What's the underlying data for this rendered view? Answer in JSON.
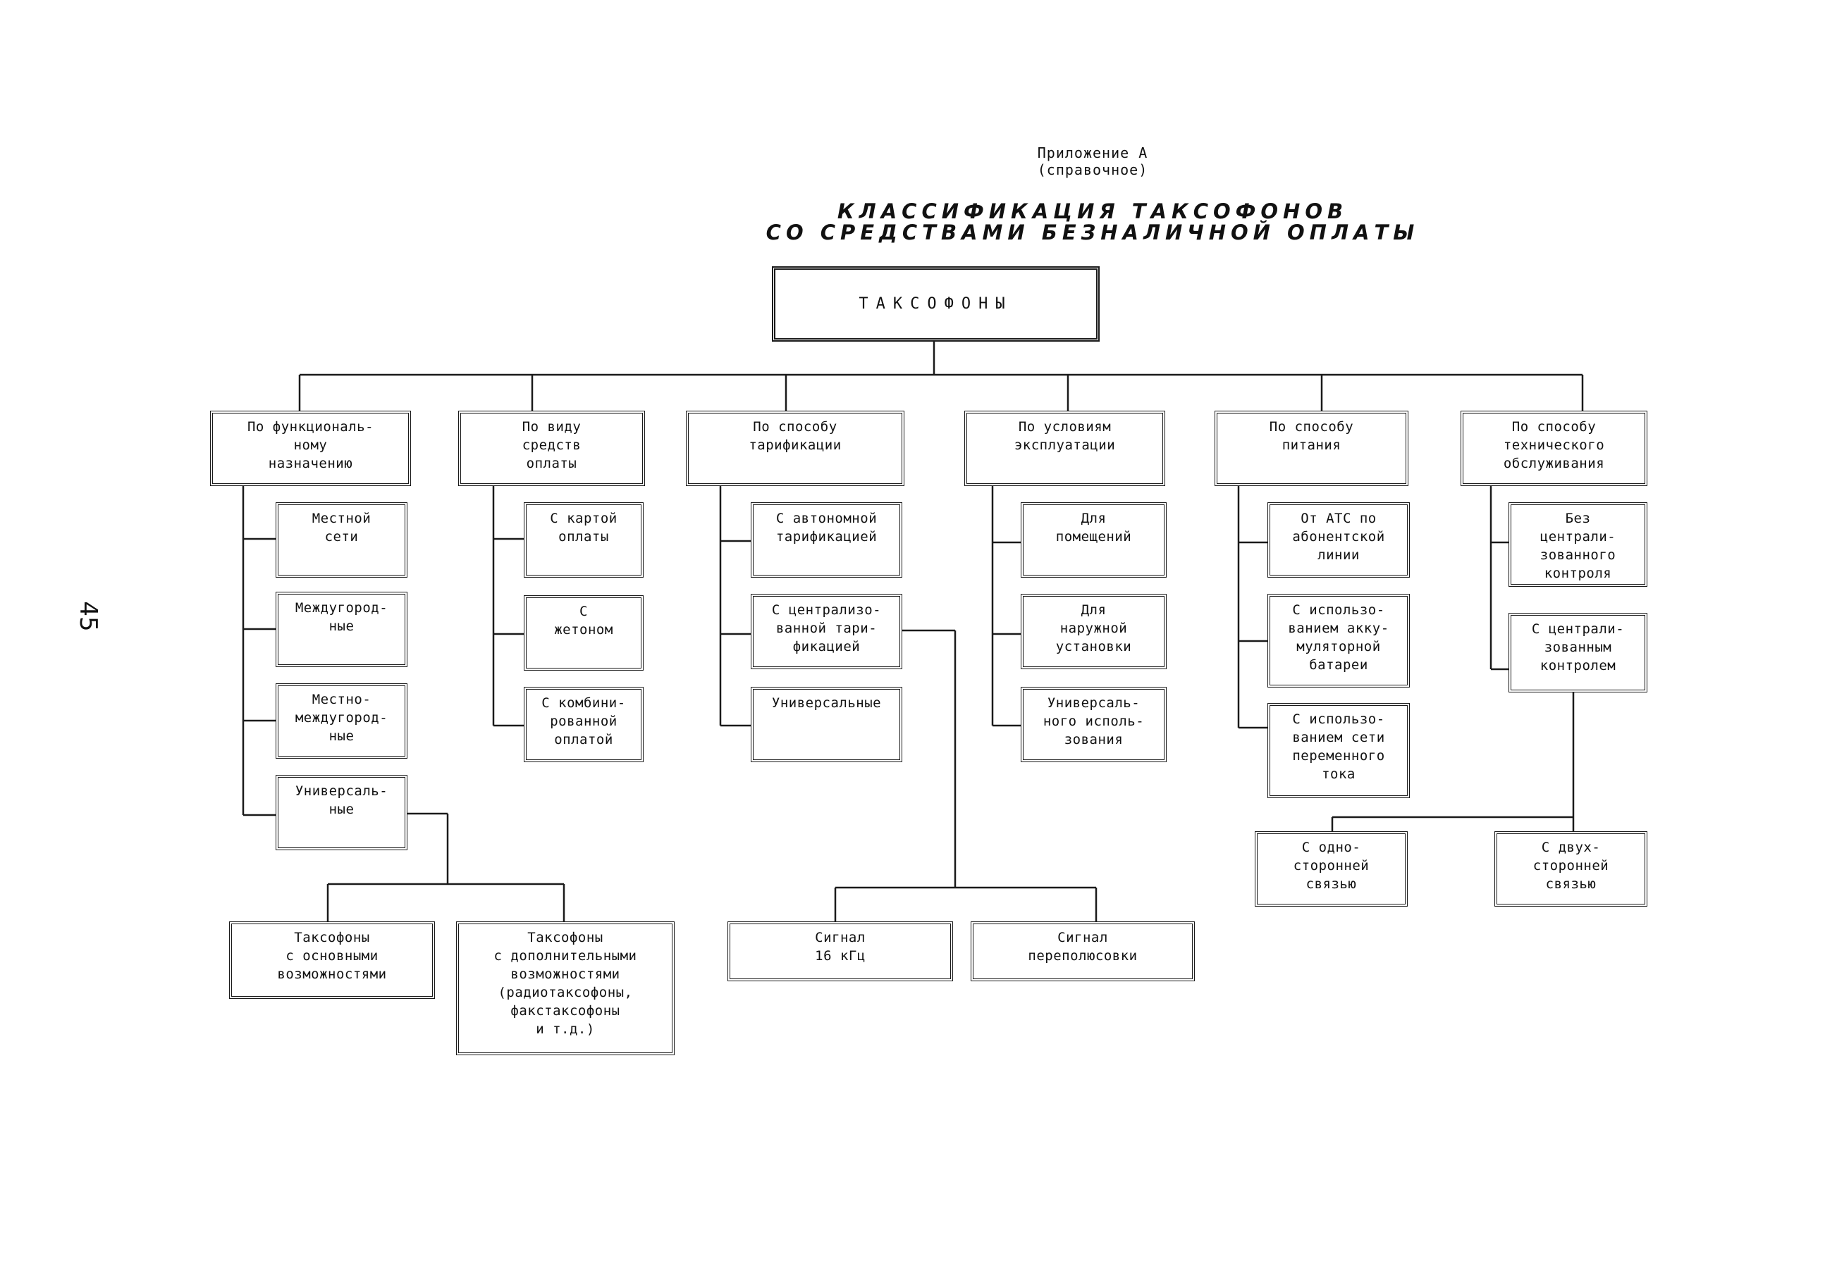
{
  "page_number": "45",
  "appendix": {
    "line1": "Приложение А",
    "line2": "(справочное)"
  },
  "title": {
    "line1": "КЛАССИФИКАЦИЯ ТАКСОФОНОВ",
    "line2": "СО СРЕДСТВАМИ БЕЗНАЛИЧНОЙ ОПЛАТЫ"
  },
  "root": "ТАКСОФОНЫ",
  "categories": [
    {
      "label": "По функциональ-\nному\nназначению",
      "items": [
        "Местной\nсети",
        "Междугород-\nные",
        "Местно-\nмеждугород-\nные",
        "Универсаль-\nные"
      ]
    },
    {
      "label": "По виду\nсредств\nоплаты",
      "items": [
        "С картой\nоплаты",
        "С\nжетоном",
        "С комбини-\nрованной\nоплатой"
      ]
    },
    {
      "label": "По способу\nтарификации",
      "items": [
        "С автономной\nтарификацией",
        "С централизо-\nванной тари-\nфикацией",
        "Универсальные"
      ]
    },
    {
      "label": "По условиям\nэксплуатации",
      "items": [
        "Для\nпомещений",
        "Для\nнаружной\nустановки",
        "Универсаль-\nного исполь-\nзования"
      ]
    },
    {
      "label": "По способу\nпитания",
      "items": [
        "От АТС по\nабонентской\nлинии",
        "С использо-\nванием акку-\nмуляторной\nбатареи",
        "С использо-\nванием сети\nпеременного\nтока"
      ]
    },
    {
      "label": "По способу\nтехнического\nобслуживания",
      "items": [
        "Без\nцентрали-\nзованного\nконтроля",
        "С централи-\nзованным\nконтролем"
      ]
    }
  ],
  "sub_universal": [
    "Таксофоны\nс основными\nвозможностями",
    "Таксофоны\nс дополнительными\nвозможностями\n(радиотаксофоны,\nфакстаксофоны\nи т.д.)"
  ],
  "sub_signal": [
    "Сигнал\n16 кГц",
    "Сигнал\nпереполюсовки"
  ],
  "sub_control": [
    "С одно-\nсторонней\nсвязью",
    "С двух-\nсторонней\nсвязью"
  ]
}
